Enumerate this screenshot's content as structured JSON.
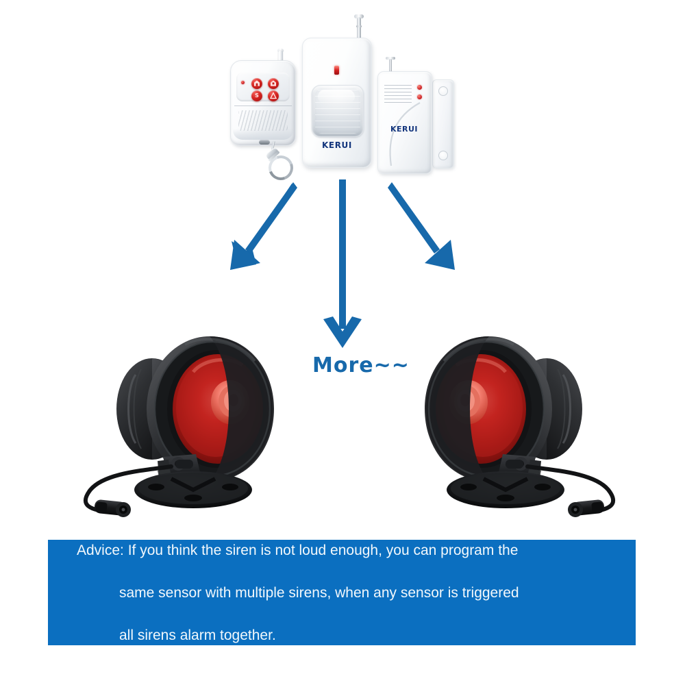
{
  "page": {
    "background": "#ffffff",
    "accent_blue": "#1769ab",
    "banner_blue": "#0b6fc0",
    "brand_navy": "#14367d",
    "siren_red": "#c4181c"
  },
  "devices": {
    "remote": {
      "name": "remote-control-keyfob",
      "buttons": [
        {
          "id": "lock",
          "glyph": "⌂"
        },
        {
          "id": "unlock",
          "glyph": "⌂"
        },
        {
          "id": "sos",
          "glyph": "S"
        },
        {
          "id": "alarm",
          "glyph": "▲"
        }
      ]
    },
    "pir": {
      "name": "pir-motion-sensor",
      "brand": "KERUI"
    },
    "door": {
      "name": "door-window-contact-sensor",
      "brand": "KERUI"
    },
    "siren_left": {
      "name": "siren-speaker-left"
    },
    "siren_right": {
      "name": "siren-speaker-right"
    }
  },
  "arrows": {
    "left": {
      "label": "arrow-to-left-siren",
      "color": "#1769ab"
    },
    "middle": {
      "label": "arrow-to-more",
      "color": "#1769ab"
    },
    "right": {
      "label": "arrow-to-right-siren",
      "color": "#1769ab"
    }
  },
  "more": {
    "label": "More~~"
  },
  "advice": {
    "line1": "Advice: If you think the siren is not loud enough, you can program the",
    "line2": "same sensor with multiple sirens, when any sensor is triggered",
    "line3": "all sirens alarm together."
  }
}
